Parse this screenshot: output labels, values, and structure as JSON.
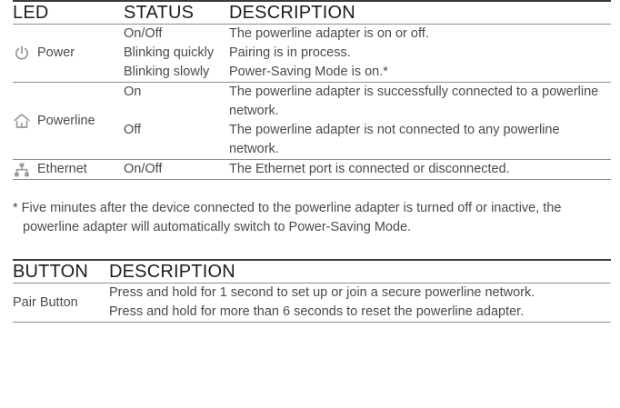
{
  "led_table": {
    "headers": [
      "LED",
      "STATUS",
      "DESCRIPTION"
    ],
    "rows": [
      {
        "icon": "power-icon",
        "led": "Power",
        "statuses": [
          "On/Off",
          "Blinking quickly",
          "Blinking slowly"
        ],
        "descriptions": [
          "The powerline adapter is on or off.",
          "Pairing is in process.",
          "Power-Saving Mode is on.*"
        ]
      },
      {
        "icon": "home-icon",
        "led": "Powerline",
        "status_on": "On",
        "status_off": "Off",
        "description_on": "The powerline adapter is successfully connected to a powerline network.",
        "description_off": "The powerline adapter is not connected to any powerline network."
      },
      {
        "icon": "ethernet-icon",
        "led": "Ethernet",
        "statuses": [
          "On/Off"
        ],
        "descriptions": [
          "The Ethernet port is connected or disconnected."
        ]
      }
    ]
  },
  "footnote": "* Five minutes after the device connected to the powerline adapter is turned off or inactive, the powerline adapter will automatically switch to Power-Saving Mode.",
  "button_table": {
    "headers": [
      "BUTTON",
      "DESCRIPTION"
    ],
    "rows": [
      {
        "button": "Pair Button",
        "descriptions": [
          "Press and hold for 1 second to set up or join a secure powerline network.",
          "Press and hold for more than 6 seconds to reset the powerline adapter."
        ]
      }
    ]
  },
  "colors": {
    "heading_text": "#1d1d1d",
    "body_text": "#4b4b4b",
    "icon": "#9a9a9a",
    "rule_dark": "#3a3a3a",
    "rule_light": "#8d8d8d"
  }
}
